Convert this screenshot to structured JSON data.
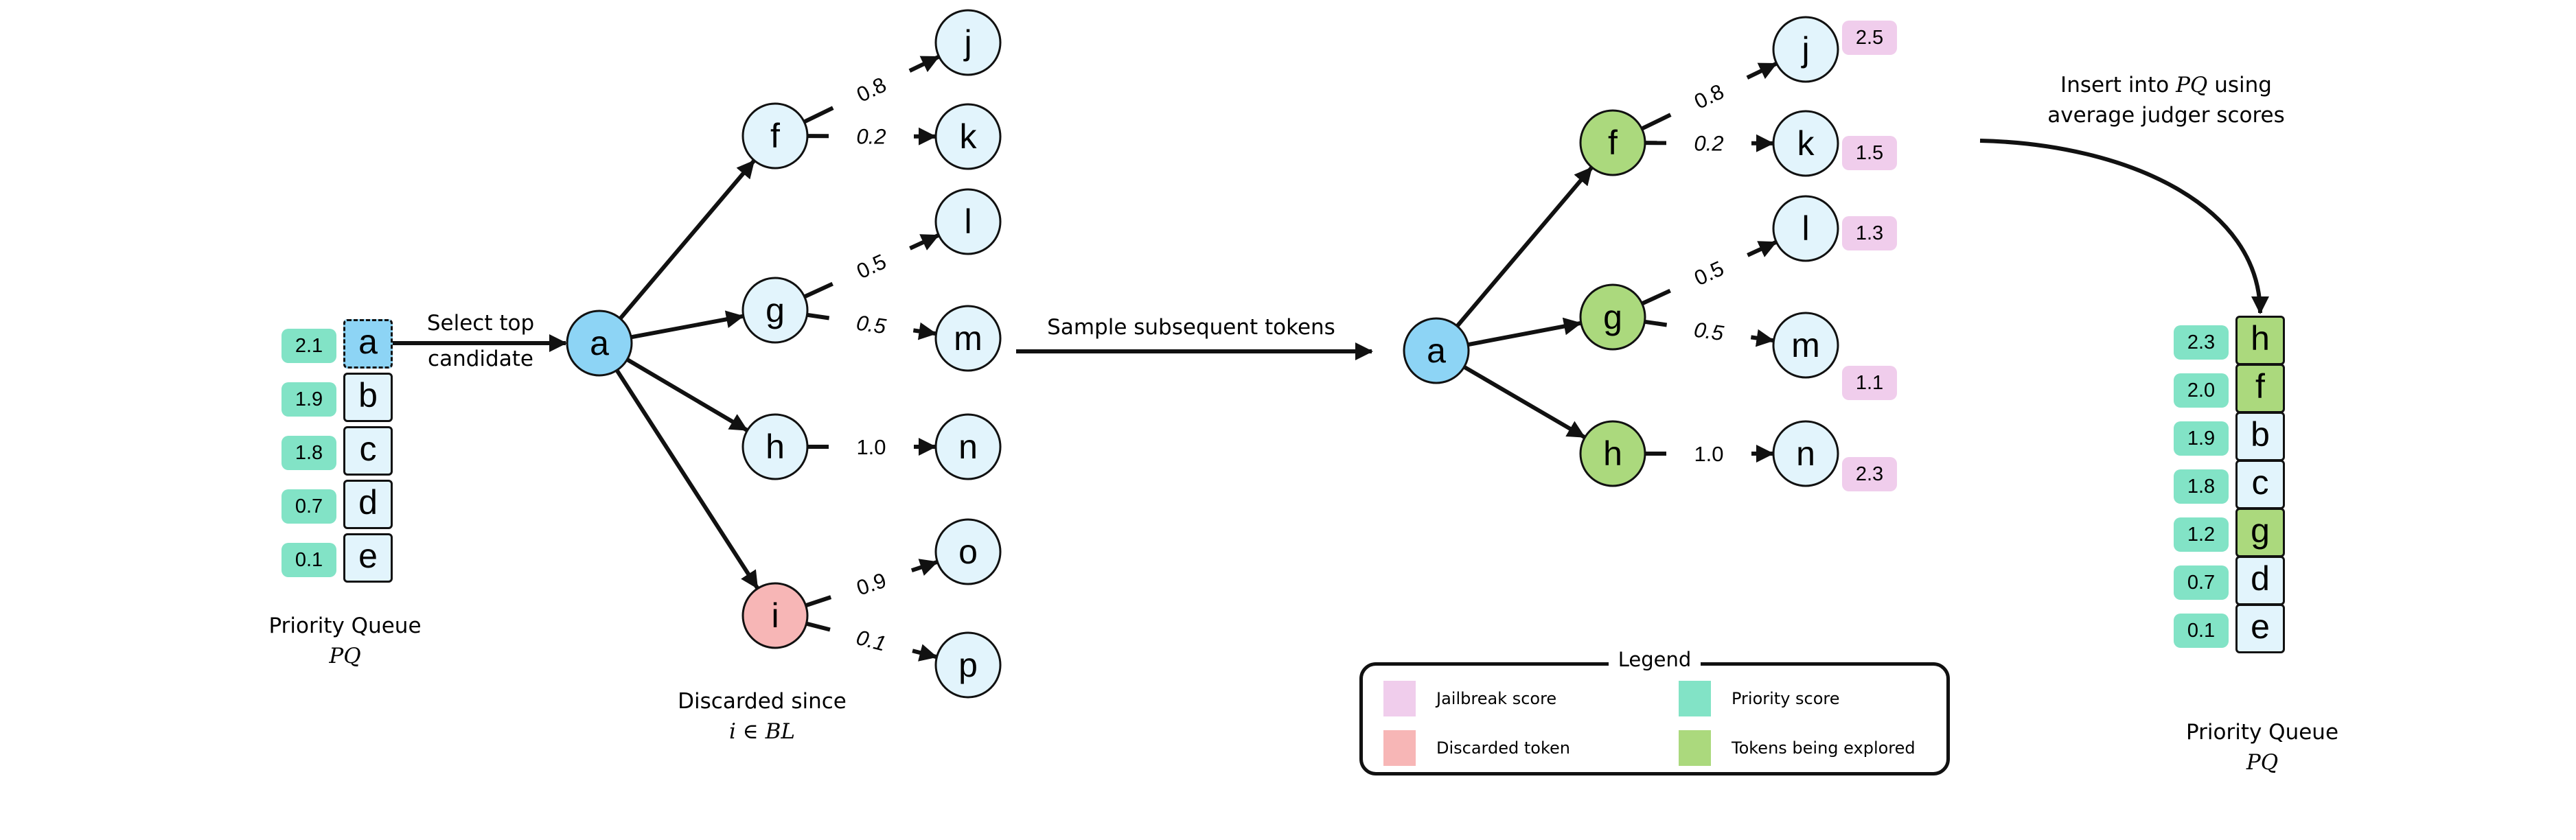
{
  "colors": {
    "selected_token": "#8dd4f5",
    "token": "#e2f4fc",
    "explored_token": "#abd97d",
    "discarded_token": "#f7b6b6",
    "priority_score": "#82e3c6",
    "jailbreak_score": "#f0cdec",
    "stroke": "#111111"
  },
  "left_queue": {
    "title": "Priority Queue",
    "symbol": "PQ",
    "items": [
      {
        "token": "a",
        "score": "2.1",
        "state": "selected"
      },
      {
        "token": "b",
        "score": "1.9",
        "state": "normal"
      },
      {
        "token": "c",
        "score": "1.8",
        "state": "normal"
      },
      {
        "token": "d",
        "score": "0.7",
        "state": "normal"
      },
      {
        "token": "e",
        "score": "0.1",
        "state": "normal"
      }
    ]
  },
  "select_step": {
    "line1": "Select top",
    "line2": "candidate"
  },
  "tree1": {
    "root": {
      "token": "a",
      "state": "selected"
    },
    "children": [
      {
        "token": "f",
        "state": "normal",
        "edges": [
          {
            "to": "j",
            "prob": "0.8"
          },
          {
            "to": "k",
            "prob": "0.2"
          }
        ]
      },
      {
        "token": "g",
        "state": "normal",
        "edges": [
          {
            "to": "l",
            "prob": "0.5"
          },
          {
            "to": "m",
            "prob": "0.5"
          }
        ]
      },
      {
        "token": "h",
        "state": "normal",
        "edges": [
          {
            "to": "n",
            "prob": "1.0"
          }
        ]
      },
      {
        "token": "i",
        "state": "discarded",
        "edges": [
          {
            "to": "o",
            "prob": "0.9"
          },
          {
            "to": "p",
            "prob": "0.1"
          }
        ]
      }
    ],
    "discard_note": {
      "line1": "Discarded since",
      "line2": "i ∈ BL"
    }
  },
  "sample_step": {
    "label": "Sample subsequent tokens"
  },
  "tree2": {
    "root": {
      "token": "a",
      "state": "selected"
    },
    "children": [
      {
        "token": "f",
        "state": "explored",
        "edges": [
          {
            "to": "j",
            "prob": "0.8",
            "jailbreak_score": "2.5"
          },
          {
            "to": "k",
            "prob": "0.2",
            "jailbreak_score": "1.5"
          }
        ]
      },
      {
        "token": "g",
        "state": "explored",
        "edges": [
          {
            "to": "l",
            "prob": "0.5",
            "jailbreak_score": "1.3"
          },
          {
            "to": "m",
            "prob": "0.5",
            "jailbreak_score": "1.1"
          }
        ]
      },
      {
        "token": "h",
        "state": "explored",
        "edges": [
          {
            "to": "n",
            "prob": "1.0",
            "jailbreak_score": "2.3"
          }
        ]
      }
    ]
  },
  "insert_step": {
    "line1_pre": "Insert into ",
    "line1_math": "PQ",
    "line1_post": " using",
    "line2": "average judger scores"
  },
  "right_queue": {
    "title": "Priority Queue",
    "symbol": "PQ",
    "items": [
      {
        "token": "h",
        "score": "2.3",
        "state": "explored"
      },
      {
        "token": "f",
        "score": "2.0",
        "state": "explored"
      },
      {
        "token": "b",
        "score": "1.9",
        "state": "normal"
      },
      {
        "token": "c",
        "score": "1.8",
        "state": "normal"
      },
      {
        "token": "g",
        "score": "1.2",
        "state": "explored"
      },
      {
        "token": "d",
        "score": "0.7",
        "state": "normal"
      },
      {
        "token": "e",
        "score": "0.1",
        "state": "normal"
      }
    ]
  },
  "legend": {
    "title": "Legend",
    "items": [
      {
        "label": "Jailbreak score",
        "color_key": "jailbreak_score"
      },
      {
        "label": "Priority score",
        "color_key": "priority_score"
      },
      {
        "label": "Discarded token",
        "color_key": "discarded_token"
      },
      {
        "label": "Tokens being explored",
        "color_key": "explored_token"
      }
    ]
  }
}
